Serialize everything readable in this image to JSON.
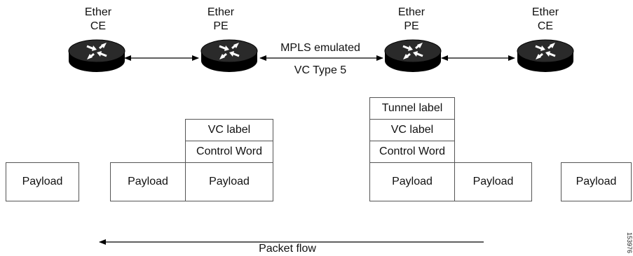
{
  "devices": [
    {
      "role_line1": "Ether",
      "role_line2": "CE"
    },
    {
      "role_line1": "Ether",
      "role_line2": "PE"
    },
    {
      "role_line1": "Ether",
      "role_line2": "PE"
    },
    {
      "role_line1": "Ether",
      "role_line2": "CE"
    }
  ],
  "link": {
    "line1": "MPLS emulated",
    "line2": "VC Type 5"
  },
  "stacks": {
    "a_payload": "Payload",
    "b_payload": "Payload",
    "c_vc": "VC label",
    "c_cw": "Control Word",
    "c_payload": "Payload",
    "d_tunnel": "Tunnel label",
    "d_vc": "VC label",
    "d_cw": "Control Word",
    "d_payload": "Payload",
    "e_payload": "Payload",
    "f_payload": "Payload"
  },
  "flow_label": "Packet flow",
  "figure_code": "153976",
  "colors": {
    "router_top": "#2a2a2a",
    "router_side": "#000000",
    "line": "#000000",
    "box_border": "#555555"
  },
  "icons": {
    "router": "router-icon",
    "arrow": "double-arrow"
  }
}
